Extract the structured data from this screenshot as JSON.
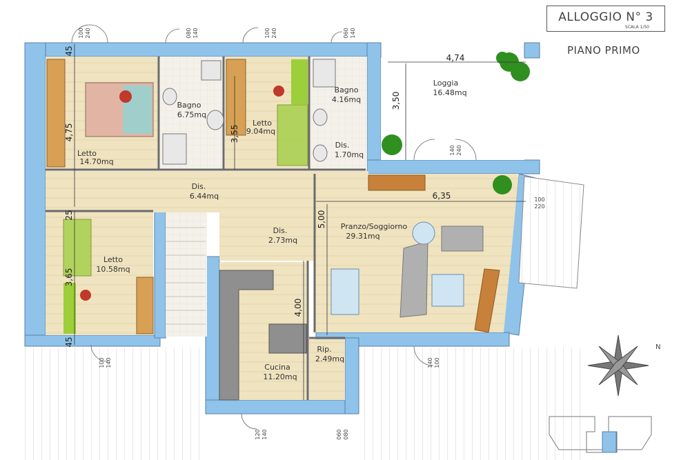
{
  "header": {
    "title": "ALLOGGIO N° 3",
    "scale": "SCALA 1/50",
    "floor": "PIANO PRIMO"
  },
  "colors": {
    "wall": "#8fc3ea",
    "wall_stroke": "#5a7fa8",
    "floor_wood": "#efe3c0",
    "floor_tile": "#f3f0e8",
    "green_accent": "#9ccf3a",
    "plant": "#2f8f1f"
  },
  "rooms": [
    {
      "name": "Letto",
      "area": "14.70mq"
    },
    {
      "name": "Bagno",
      "area": "6.75mq"
    },
    {
      "name": "Letto",
      "area": "9.04mq"
    },
    {
      "name": "Bagno",
      "area": "4.16mq"
    },
    {
      "name": "Dis.",
      "area": "1.70mq"
    },
    {
      "name": "Loggia",
      "area": "16.48mq"
    },
    {
      "name": "Dis.",
      "area": "6.44mq"
    },
    {
      "name": "Letto",
      "area": "10.58mq"
    },
    {
      "name": "Dis.",
      "area": "2.73mq"
    },
    {
      "name": "Pranzo/Soggiorno",
      "area": "29.31mq"
    },
    {
      "name": "Cucina",
      "area": "11.20mq"
    },
    {
      "name": "Rip.",
      "area": "2.49mq"
    }
  ],
  "dimensions": [
    "45",
    "4,75",
    "25",
    "3,65",
    "45",
    "3,55",
    "4,74",
    "3,50",
    "6,35",
    "5,00",
    "4,00"
  ],
  "openings": [
    "100",
    "240",
    "080",
    "140",
    "100",
    "240",
    "060",
    "140",
    "140",
    "240",
    "100",
    "220",
    "100",
    "140",
    "140",
    "100",
    "120",
    "140",
    "060",
    "080"
  ],
  "compass": {
    "label": "N"
  }
}
